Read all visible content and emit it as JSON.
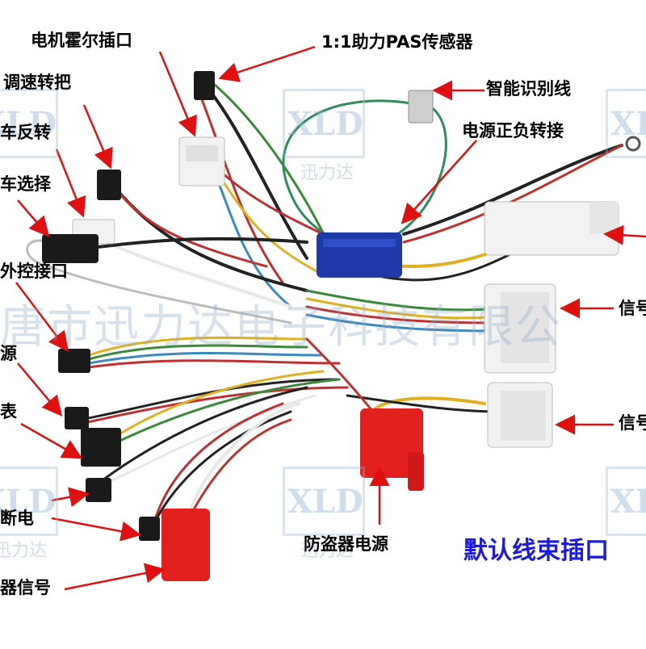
{
  "labels": {
    "motor_hall": "电机霍尔插口",
    "pas_sensor": "1:1助力PAS传感器",
    "speed_handle": "调速转把",
    "reverse": "车反转",
    "select": "车选择",
    "smart_id": "智能识别线",
    "power_posneg": "电源正负转接",
    "ext_control": "外控接口",
    "power": "源",
    "meter": "表",
    "brake_cut": "断电",
    "brake_signal": "器信号",
    "signal_1": "信号",
    "signal_2": "信号",
    "anti_theft_power": "防盗器电源",
    "default_harness": "默认线束插口"
  },
  "watermark": {
    "company_band": "唐市迅力达电子科技有限公",
    "logo_text": "XLD",
    "logo_sub": "迅力达"
  },
  "colors": {
    "label_text": "#000000",
    "arrow": "#e01010",
    "default_text": "#1a1ae0",
    "connector_white": "#f2f2f2",
    "connector_black": "#1a1a1a",
    "connector_red": "#e32020",
    "connector_blue": "#1f3aa8"
  }
}
